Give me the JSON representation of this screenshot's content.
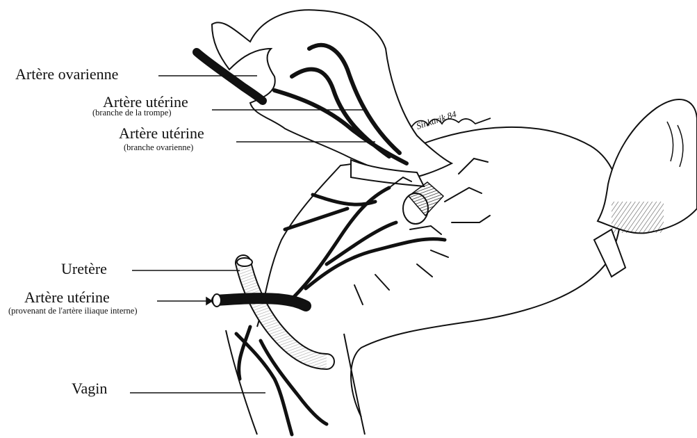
{
  "labels": {
    "ovarian_artery": "Artère ovarienne",
    "uterine_artery_tubal": "Artère utérine",
    "uterine_artery_tubal_sub": "(branche de la trompe)",
    "uterine_artery_ovarian": "Artère utérine",
    "uterine_artery_ovarian_sub": "(branche ovarienne)",
    "ureter": "Uretère",
    "uterine_artery_origin": "Artère utérine",
    "uterine_artery_origin_sub": "(provenant de l'artère iliaque interne)",
    "vagina": "Vagin"
  },
  "signature": "Sinkarik 84",
  "colors": {
    "ink": "#111111",
    "background": "#ffffff"
  }
}
